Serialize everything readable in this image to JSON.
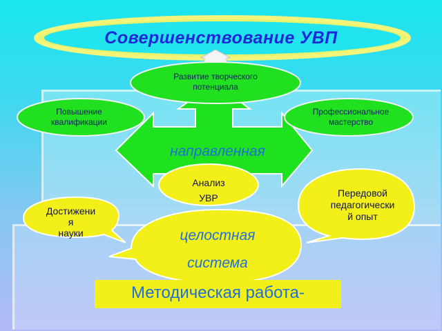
{
  "title": "Совершенствование УВП",
  "center_label": "направленная",
  "nodes": {
    "top": "Развитие творческого\nпотенциала",
    "left": "Повышение\nквалификации",
    "right": "Профессиональное\nмастерство",
    "analysis": "Анализ\nУВР",
    "advanced": "Передовой\nпедагогически\nй опыт",
    "science": "Достижени\nя\nнауки",
    "system": "целостная\nсистема"
  },
  "footer": "Методическая работа-",
  "colors": {
    "arrow_green": "#1fe21f",
    "ellipse_green": "#20e020",
    "bubble_yellow": "#f2f018",
    "title_blue": "#1a28d8",
    "label_blue": "#1f6fd8",
    "panel_blue": "#e6f6fb"
  }
}
